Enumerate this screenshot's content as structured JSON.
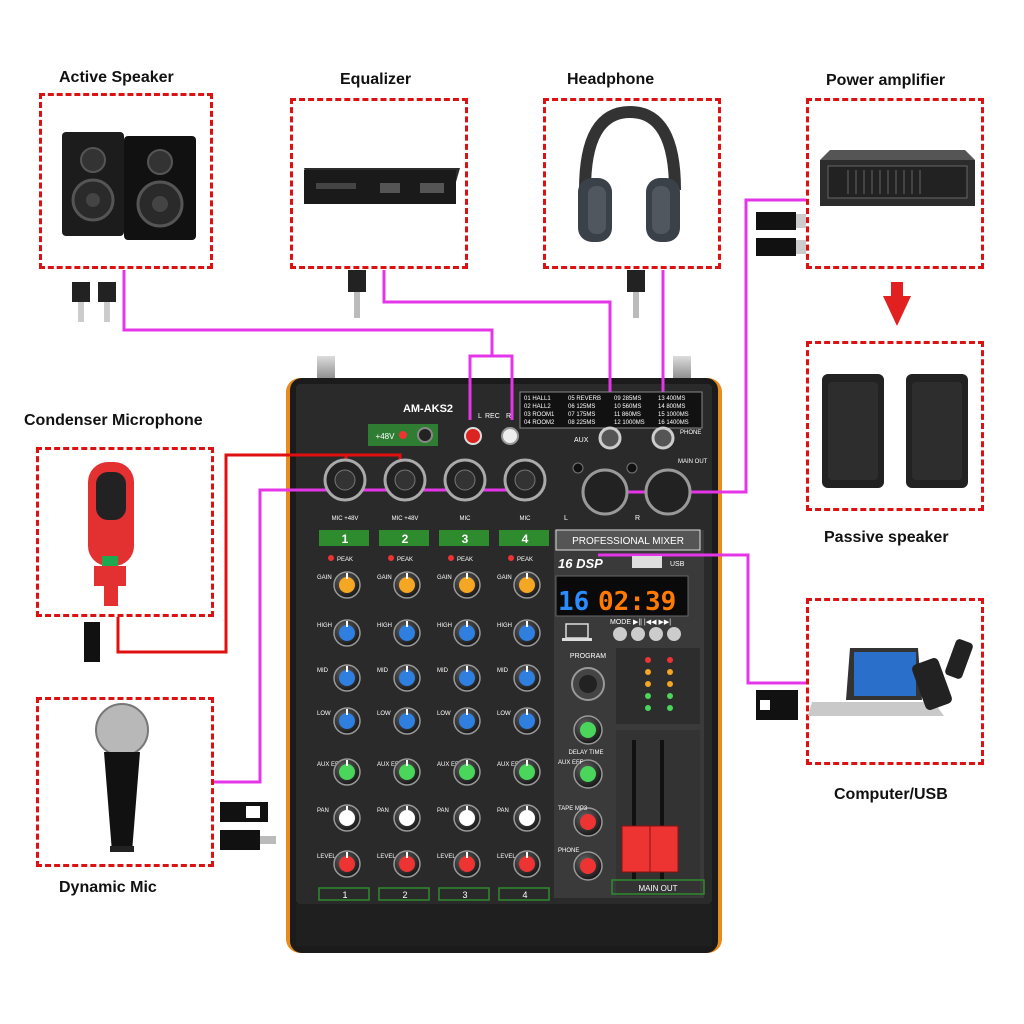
{
  "devices": {
    "active_speaker": "Active Speaker",
    "equalizer": "Equalizer",
    "headphone": "Headphone",
    "power_amplifier": "Power amplifier",
    "condenser_microphone": "Condenser Microphone",
    "passive_speaker": "Passive speaker",
    "computer_usb": "Computer/USB",
    "dynamic_mic": "Dynamic Mic"
  },
  "mixer": {
    "model": "AM-AKS2",
    "phantom_label": "+48V",
    "rec_labels": [
      "L",
      "REC",
      "R"
    ],
    "aux_label": "AUX",
    "phone_label": "PHONE",
    "main_out_jack": "MAIN OUT",
    "lr": [
      "L",
      "R"
    ],
    "mic_labels": [
      "MIC +48V",
      "MIC +48V",
      "MIC",
      "MIC"
    ],
    "channels": [
      "1",
      "2",
      "3",
      "4"
    ],
    "peak": "PEAK",
    "knob_labels": [
      "GAIN",
      "HIGH",
      "MID",
      "LOW",
      "AUX EFF",
      "PAN",
      "LEVEL"
    ],
    "product_name": "PROFESSIONAL MIXER",
    "dsp_label": "16 DSP",
    "usb_label": "USB",
    "display_program": "16",
    "display_time": "02:39",
    "mode_label": "MODE ▶|| |◀◀ ▶▶|",
    "program_label": "PROGRAM",
    "delay_time_label": "DELAY TIME",
    "aux_eff_label": "AUX EFF",
    "tape_label": "TAPE MP3",
    "phone_level_label": "PHONE",
    "main_out_label": "MAIN OUT",
    "effects": [
      "01 HALL1",
      "05 REVERB",
      "09 285MS",
      "13 400MS",
      "02 HALL2",
      "06 125MS",
      "10 560MS",
      "14 800MS",
      "03 ROOM1",
      "07 175MS",
      "11 860MS",
      "15 1000MS",
      "04 ROOM2",
      "08 225MS",
      "12 1000MS",
      "16 1400MS"
    ]
  },
  "colors": {
    "cable_magenta": "#e535e8",
    "cable_red": "#e01010",
    "box_border": "#d11111",
    "channel_green": "#2e8b2e",
    "accent_orange": "#f5a623"
  }
}
